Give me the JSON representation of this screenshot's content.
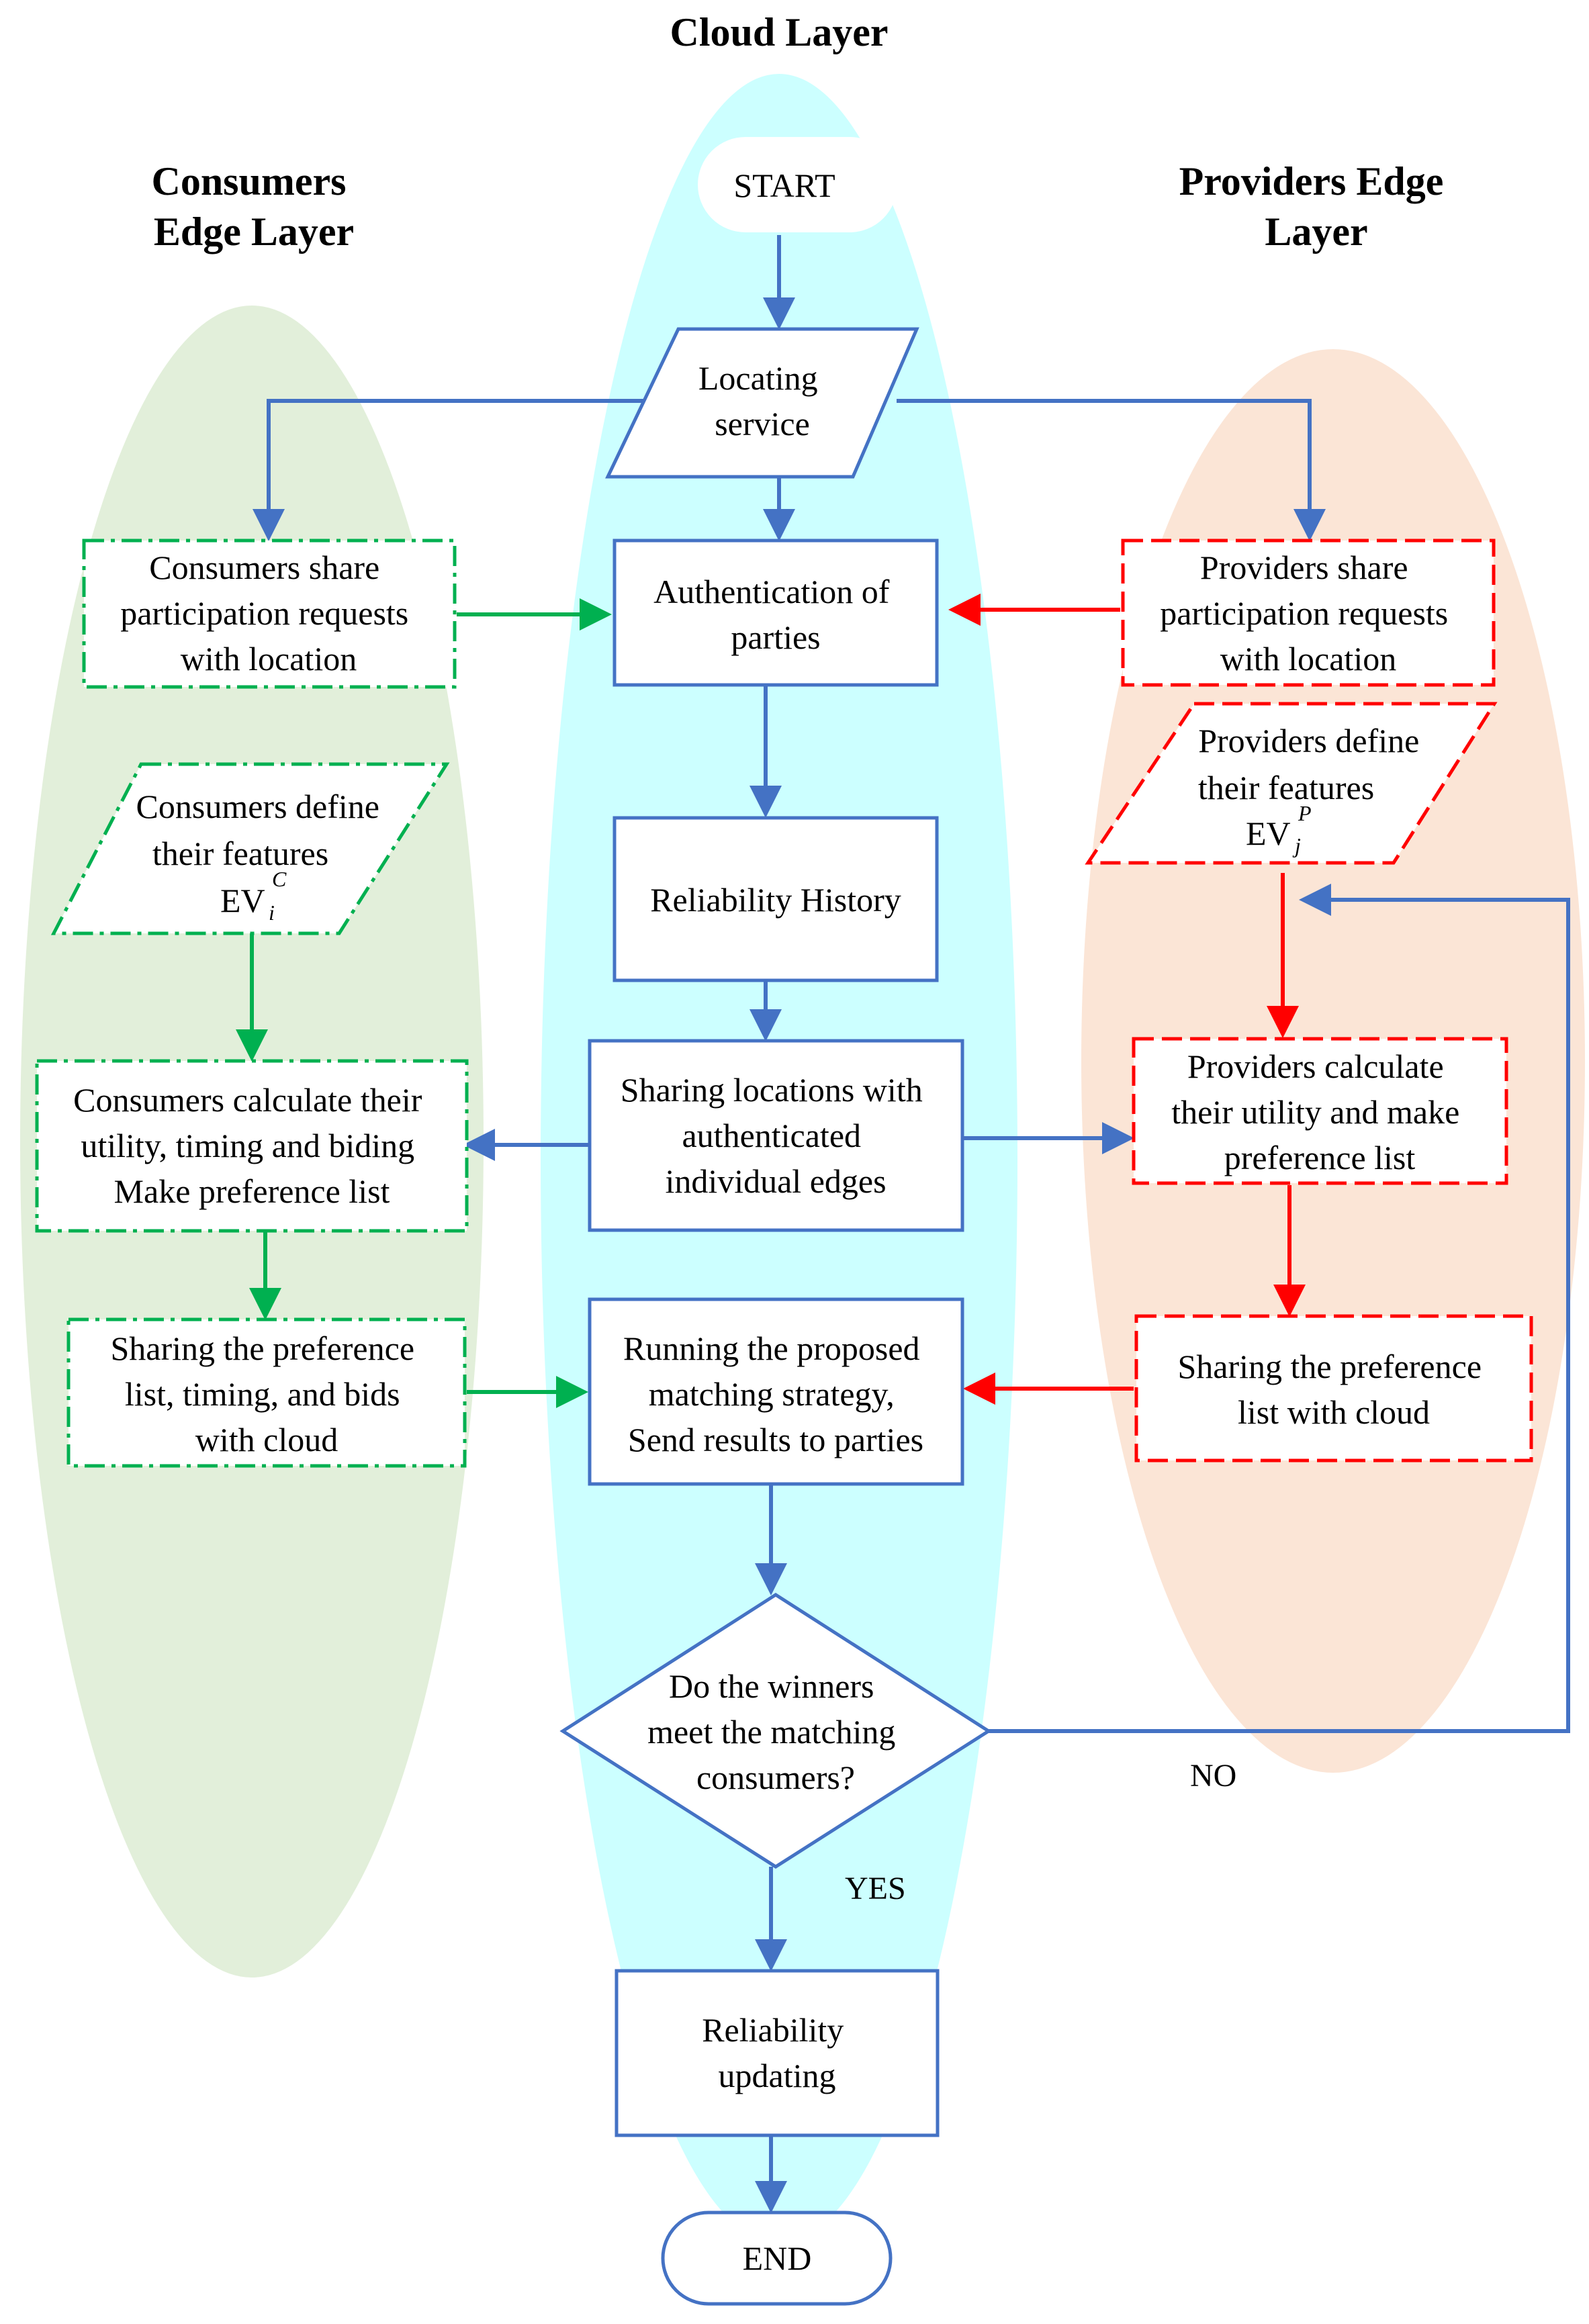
{
  "colors": {
    "cloud_bg": "#CCFFFF",
    "consumers_bg": "#E2EFDA",
    "providers_bg": "#FBE5D6",
    "blue": "#4472C4",
    "green": "#00B050",
    "red": "#FF0000"
  },
  "layers": {
    "cloud": "Cloud Layer",
    "consumers": [
      "Consumers",
      "Edge Layer"
    ],
    "providers": [
      "Providers Edge",
      "Layer"
    ]
  },
  "nodes": {
    "start": [
      "START"
    ],
    "locating": [
      "Locating",
      "service"
    ],
    "authentication": [
      "Authentication of",
      "parties"
    ],
    "reliability_history": [
      "Reliability History"
    ],
    "sharing_locations": [
      "Sharing locations with",
      "authenticated",
      "individual edges"
    ],
    "running_matching": [
      "Running the proposed",
      "matching strategy,",
      "Send results to parties"
    ],
    "decision": [
      "Do the winners",
      "meet the matching",
      "consumers?"
    ],
    "reliability_updating": [
      "Reliability",
      "updating"
    ],
    "end": [
      "END"
    ],
    "consumers_share": [
      "Consumers share",
      "participation requests",
      "with location"
    ],
    "consumers_define": [
      "Consumers define",
      "their features"
    ],
    "consumers_var": {
      "base": "EV",
      "sup": "C",
      "sub": "i"
    },
    "consumers_calculate": [
      "Consumers  calculate their",
      "utility, timing and biding",
      "Make preference list"
    ],
    "consumers_sharing_pref": [
      "Sharing the preference",
      "list, timing, and bids",
      "with cloud"
    ],
    "providers_share": [
      "Providers share",
      "participation requests",
      "with location"
    ],
    "providers_define": [
      "Providers define",
      "their features"
    ],
    "providers_var": {
      "base": "EV",
      "sup": "P",
      "sub": "j"
    },
    "providers_calculate": [
      "Providers  calculate",
      "their utility and make",
      "preference list"
    ],
    "providers_sharing_pref": [
      "Sharing the preference",
      "list with cloud"
    ]
  },
  "labels": {
    "no": "NO",
    "yes": "YES"
  }
}
